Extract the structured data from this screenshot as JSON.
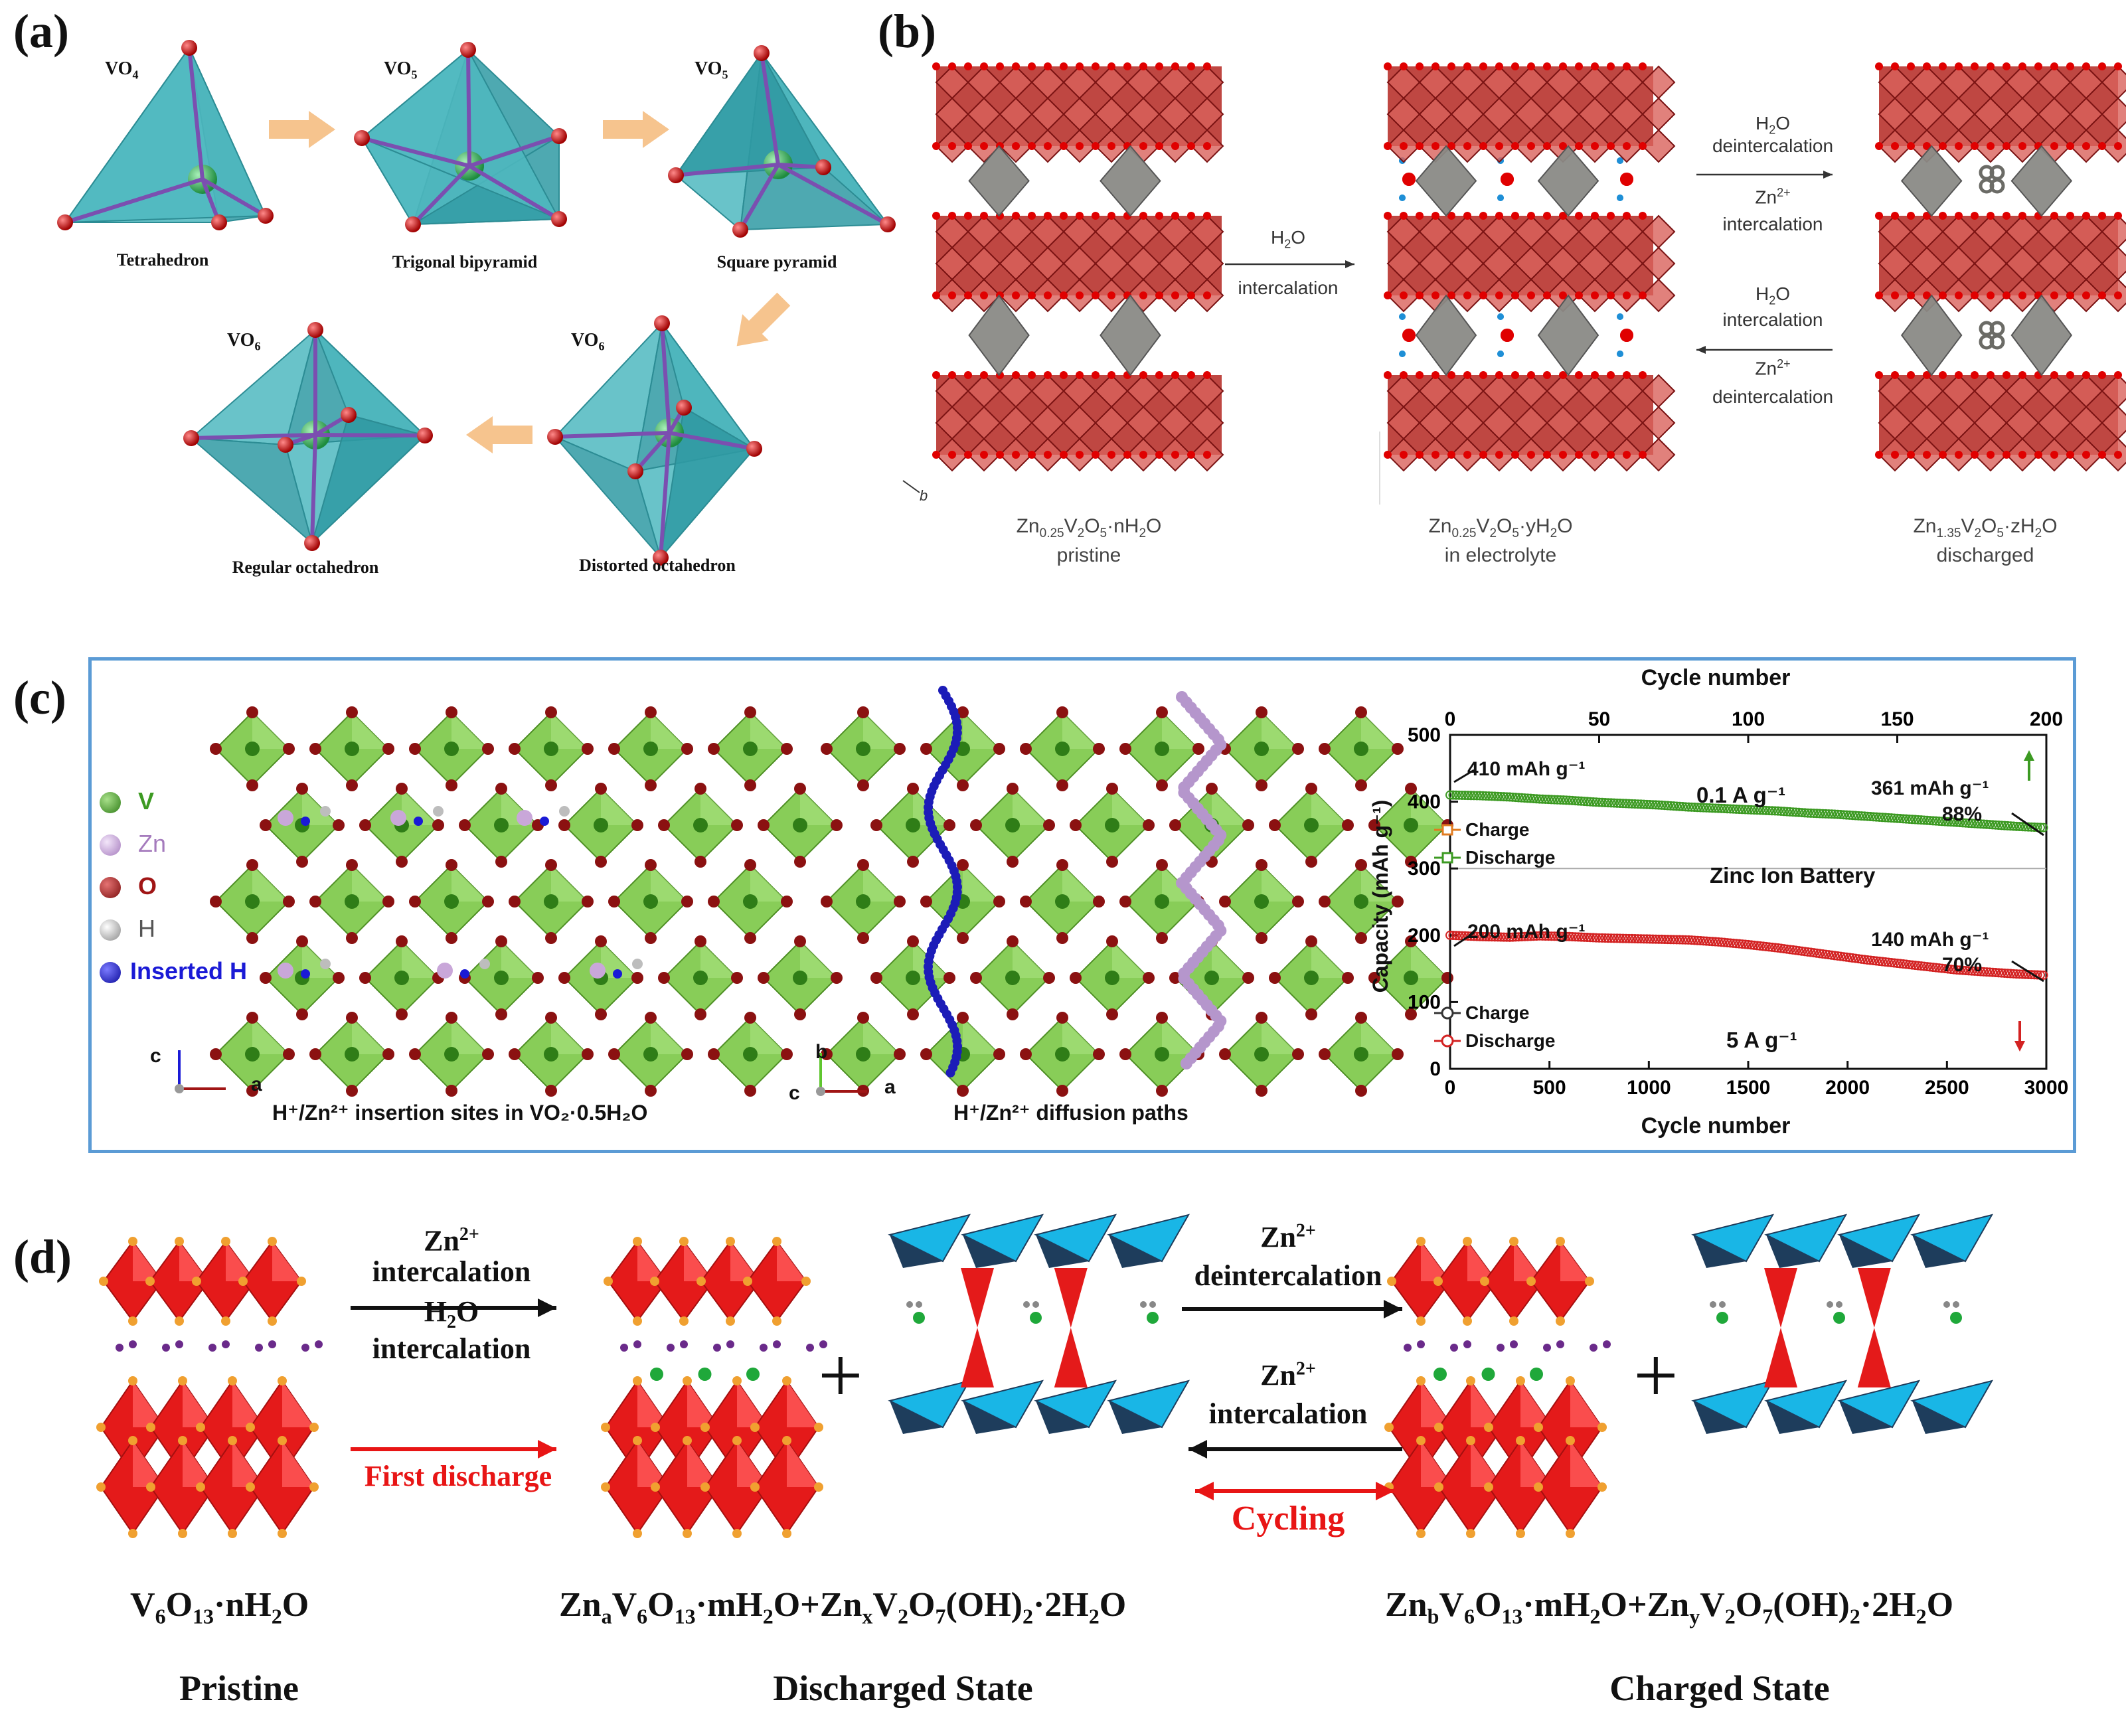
{
  "panel_a": {
    "label": "(a)",
    "shapes": [
      {
        "formula": "VO",
        "sub": "4",
        "caption": "Tetrahedron"
      },
      {
        "formula": "VO",
        "sub": "5",
        "caption": "Trigonal bipyramid"
      },
      {
        "formula": "VO",
        "sub": "5",
        "caption": "Square pyramid"
      },
      {
        "formula": "VO",
        "sub": "6",
        "caption": "Distorted octahedron"
      },
      {
        "formula": "VO",
        "sub": "6",
        "caption": "Regular octahedron"
      }
    ],
    "colors": {
      "polyhedron": "#4fb8bf",
      "polyhedron_dark": "#2f9aa3",
      "oxygen": "#d81b1b",
      "vanadium": "#3fae5a",
      "bond": "#7b4fb0",
      "arrow": "#f6c48e"
    }
  },
  "panel_b": {
    "label": "(b)",
    "arrow1": {
      "top_formula": "H",
      "top_sub": "2",
      "top_tail": "O",
      "bottom": "intercalation"
    },
    "arrow_forward": {
      "line1_formula": "H",
      "line1_sub": "2",
      "line1_tail": "O",
      "line2": "deintercalation",
      "line3_formula": "Zn",
      "line3_sup": "2+",
      "line4": "intercalation"
    },
    "arrow_backward": {
      "line1_formula": "H",
      "line1_sub": "2",
      "line1_tail": "O",
      "line2": "intercalation",
      "line3_formula": "Zn",
      "line3_sup": "2+",
      "line4": "deintercalation"
    },
    "axis_label": "b",
    "structures": [
      {
        "formula_parts": [
          "Zn",
          "0.25",
          "V",
          "2",
          "O",
          "5",
          "·nH",
          "2",
          "O"
        ],
        "caption": "pristine"
      },
      {
        "formula_parts": [
          "Zn",
          "0.25",
          "V",
          "2",
          "O",
          "5",
          "·yH",
          "2",
          "O"
        ],
        "caption": "in electrolyte"
      },
      {
        "formula_parts": [
          "Zn",
          "1.35",
          "V",
          "2",
          "O",
          "5",
          "·zH",
          "2",
          "O"
        ],
        "caption": "discharged"
      }
    ],
    "colors": {
      "octahedra": "#b8332d",
      "octahedra_light": "#d9615b",
      "pillar": "#8a8a86",
      "oxygen": "#e00000",
      "water": "#1f8fd6"
    }
  },
  "panel_c": {
    "label": "(c)",
    "legend": [
      {
        "symbol": "V",
        "color": "#3c9a22"
      },
      {
        "symbol": "Zn",
        "color": "#c9a7d9"
      },
      {
        "symbol": "O",
        "color": "#a01515"
      },
      {
        "symbol": "H",
        "color": "#bdbdbd"
      },
      {
        "symbol": "Inserted H",
        "color": "#1a1ad6"
      }
    ],
    "axes_left": {
      "up": "c",
      "right": "a"
    },
    "axes_mid": {
      "up": "b",
      "left": "c",
      "right": "a"
    },
    "caption_left": "H⁺/Zn²⁺ insertion sites in VO₂·0.5H₂O",
    "caption_mid": "H⁺/Zn²⁺ diffusion paths",
    "colors": {
      "octahedra": "#7ec94a",
      "frame": "#5b9bd5"
    }
  },
  "chart_data": {
    "type": "scatter",
    "title": "",
    "xlabel": "Cycle number",
    "x2label": "Cycle number",
    "ylabel": "Capacity (mAh g⁻¹)",
    "xlim": [
      0,
      3000
    ],
    "x2lim": [
      0,
      200
    ],
    "ylim": [
      0,
      500
    ],
    "xticks": [
      0,
      500,
      1000,
      1500,
      2000,
      2500,
      3000
    ],
    "x2ticks": [
      0,
      50,
      100,
      150,
      200
    ],
    "yticks": [
      0,
      100,
      200,
      300,
      400,
      500
    ],
    "divider_y": 300,
    "divider_label": "Zinc Ion Battery",
    "upper": {
      "axis": "top",
      "rate": "0.1 A g⁻¹",
      "legend": [
        "Charge",
        "Discharge"
      ],
      "start_label": "410 mAh g⁻¹",
      "end_label": "361 mAh g⁻¹",
      "retention": "88%",
      "color": "#3c9a22",
      "charge_color": "#e07b20",
      "series": [
        {
          "name": "Charge",
          "x": [
            0,
            10,
            20,
            30,
            40,
            50,
            60,
            70,
            80,
            90,
            100,
            110,
            120,
            130,
            140,
            150,
            160,
            170,
            180,
            190,
            200
          ],
          "y": [
            410,
            409,
            407,
            404,
            402,
            399,
            397,
            395,
            392,
            390,
            388,
            386,
            383,
            381,
            378,
            375,
            372,
            369,
            366,
            363,
            361
          ]
        },
        {
          "name": "Discharge",
          "x": [
            0,
            10,
            20,
            30,
            40,
            50,
            60,
            70,
            80,
            90,
            100,
            110,
            120,
            130,
            140,
            150,
            160,
            170,
            180,
            190,
            200
          ],
          "y": [
            410,
            409,
            407,
            404,
            402,
            399,
            397,
            395,
            392,
            390,
            388,
            386,
            383,
            381,
            378,
            375,
            372,
            369,
            366,
            363,
            361
          ]
        }
      ]
    },
    "lower": {
      "axis": "bottom",
      "rate": "5 A g⁻¹",
      "legend": [
        "Charge",
        "Discharge"
      ],
      "start_label": "200 mAh g⁻¹",
      "end_label": "140 mAh g⁻¹",
      "retention": "70%",
      "color": "#d32222",
      "charge_color": "#333333",
      "series": [
        {
          "name": "Charge",
          "x": [
            0,
            150,
            300,
            450,
            600,
            750,
            900,
            1050,
            1200,
            1350,
            1500,
            1650,
            1800,
            1950,
            2100,
            2250,
            2400,
            2550,
            2700,
            2850,
            3000
          ],
          "y": [
            200,
            198,
            197,
            199,
            198,
            196,
            195,
            194,
            193,
            190,
            186,
            181,
            175,
            169,
            163,
            158,
            153,
            148,
            145,
            142,
            140
          ]
        },
        {
          "name": "Discharge",
          "x": [
            0,
            150,
            300,
            450,
            600,
            750,
            900,
            1050,
            1200,
            1350,
            1500,
            1650,
            1800,
            1950,
            2100,
            2250,
            2400,
            2550,
            2700,
            2850,
            3000
          ],
          "y": [
            200,
            198,
            197,
            199,
            198,
            196,
            195,
            194,
            193,
            190,
            186,
            181,
            175,
            169,
            163,
            158,
            153,
            148,
            145,
            142,
            140
          ]
        }
      ]
    }
  },
  "panel_d": {
    "label": "(d)",
    "arrow1_top": {
      "formula": "Zn",
      "sup": "2+",
      "line2": "intercalation",
      "line3_formula": "H",
      "line3_sub": "2",
      "line3_tail": "O",
      "line4": "intercalation"
    },
    "arrow1_bottom": "First discharge",
    "arrow2_top": {
      "formula": "Zn",
      "sup": "2+",
      "line2": "deintercalation"
    },
    "arrow2_bottom": {
      "formula": "Zn",
      "sup": "2+",
      "line2": "intercalation"
    },
    "cycling": "Cycling",
    "plus": "+",
    "formula_pristine": [
      "V",
      "6",
      "O",
      "13",
      "·nH",
      "2",
      "O"
    ],
    "formula_discharged": [
      "Zn",
      "a",
      "V",
      "6",
      "O",
      "13",
      "·mH",
      "2",
      "O+Zn",
      "x",
      "V",
      "2",
      "O",
      "7",
      "(OH)",
      "2",
      "·2H",
      "2",
      "O"
    ],
    "formula_charged": [
      "Zn",
      "b",
      "V",
      "6",
      "O",
      "13",
      "·mH",
      "2",
      "O+Zn",
      "y",
      "V",
      "2",
      "O",
      "7",
      "(OH)",
      "2",
      "·2H",
      "2",
      "O"
    ],
    "states": [
      "Pristine",
      "Discharged State",
      "Charged State"
    ],
    "colors": {
      "red": "#e41a1a",
      "red_dark": "#a50f0f",
      "orange": "#f0a030",
      "cyan": "#19b6e6",
      "navy": "#1e3d5c",
      "purple": "#6a2a8a",
      "green": "#1fa83a",
      "arrow_red": "#e81515"
    }
  }
}
